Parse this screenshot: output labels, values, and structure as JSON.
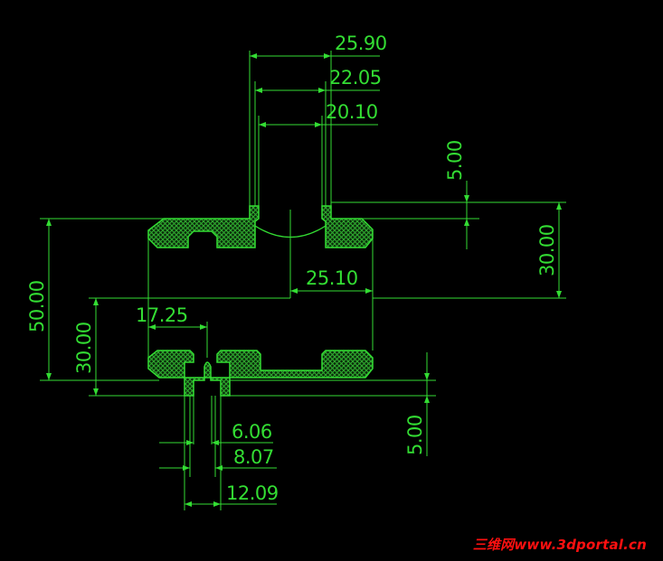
{
  "drawing": {
    "background": "#000000",
    "line_color": "#33dd33",
    "hatch_color": "#2fa82f",
    "dimensions": {
      "top_width_outer": "25.90",
      "top_width_mid": "22.05",
      "top_width_inner": "20.10",
      "top_lip_height": "5.00",
      "right_height": "30.00",
      "mid_width": "25.10",
      "left_height_total": "50.00",
      "left_height_lower": "30.00",
      "slot_offset": "17.25",
      "slot_width_inner": "6.06",
      "slot_width_mid": "8.07",
      "slot_width_outer": "12.09",
      "bottom_lip_height": "5.00"
    }
  },
  "watermark": {
    "text": "三维网www.3dportal.cn",
    "color": "#ff1010"
  }
}
